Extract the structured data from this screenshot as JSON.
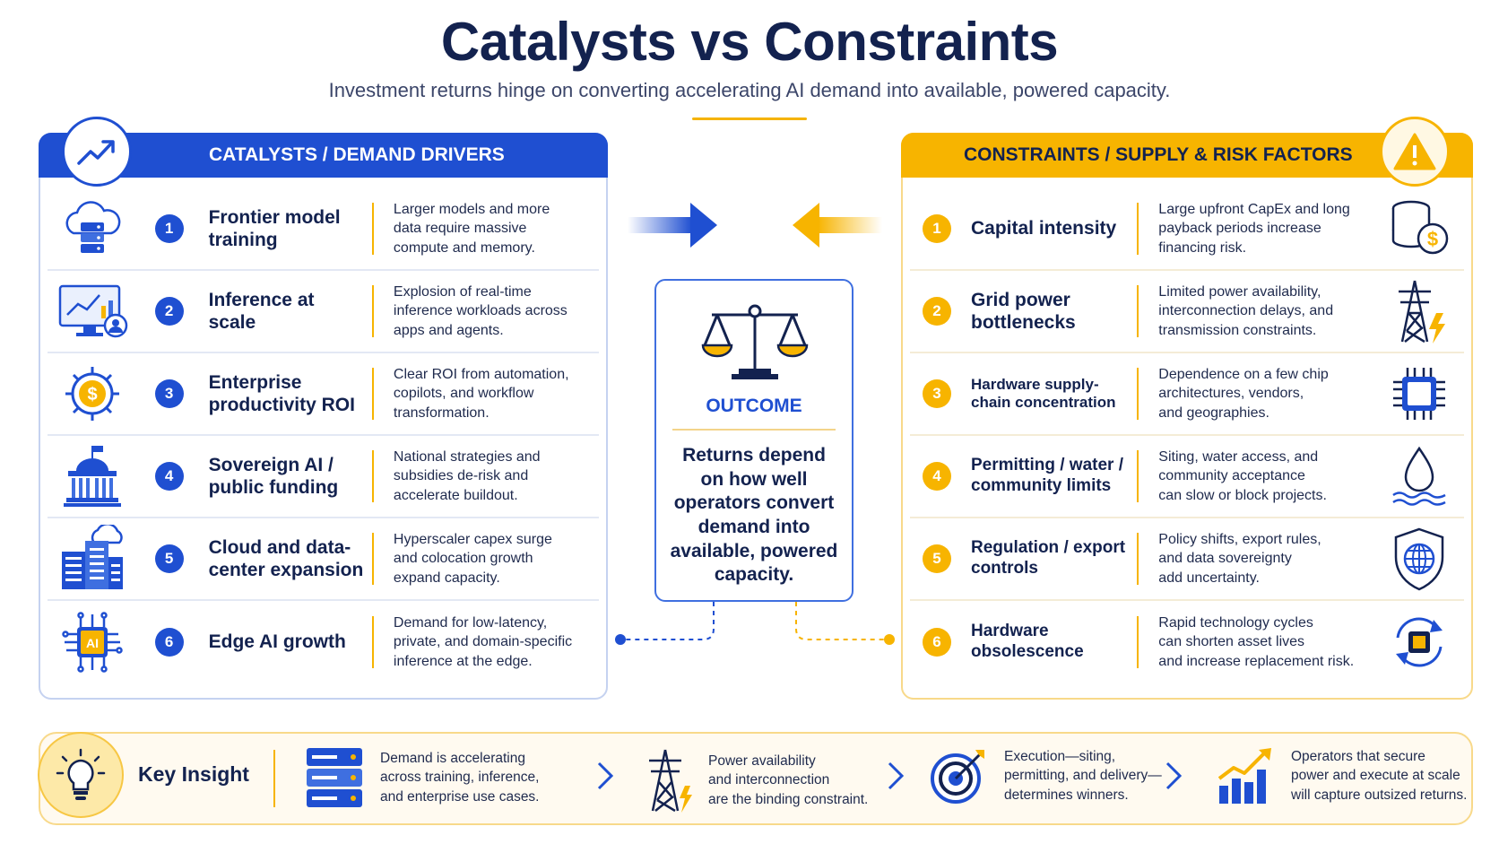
{
  "header": {
    "title": "Catalysts vs Constraints",
    "subtitle": "Investment returns hinge on converting accelerating AI demand into available, powered capacity."
  },
  "catalysts": {
    "heading": "CATALYSTS / DEMAND DRIVERS",
    "items": [
      {
        "num": "1",
        "title": "Frontier model training",
        "desc": [
          "Larger models and more",
          "data require massive",
          "compute and memory."
        ]
      },
      {
        "num": "2",
        "title": "Inference at scale",
        "desc": [
          "Explosion of real-time",
          "inference workloads across",
          "apps and agents."
        ]
      },
      {
        "num": "3",
        "title": "Enterprise productivity ROI",
        "desc": [
          "Clear ROI from automation,",
          "copilots, and workflow",
          "transformation."
        ]
      },
      {
        "num": "4",
        "title": "Sovereign AI / public funding",
        "desc": [
          "National strategies and",
          "subsidies de-risk and",
          "accelerate buildout."
        ]
      },
      {
        "num": "5",
        "title": "Cloud and data-center expansion",
        "desc": [
          "Hyperscaler capex surge",
          "and colocation growth",
          "expand capacity."
        ]
      },
      {
        "num": "6",
        "title": "Edge AI growth",
        "desc": [
          "Demand for low-latency,",
          "private, and domain-specific",
          "inference at the edge."
        ]
      }
    ]
  },
  "constraints": {
    "heading": "CONSTRAINTS / SUPPLY & RISK FACTORS",
    "items": [
      {
        "num": "1",
        "title": "Capital intensity",
        "desc": [
          "Large upfront CapEx and long",
          "payback periods increase",
          "financing risk."
        ]
      },
      {
        "num": "2",
        "title": "Grid power bottlenecks",
        "desc": [
          "Limited power availability,",
          "interconnection delays, and",
          "transmission constraints."
        ]
      },
      {
        "num": "3",
        "title": "Hardware supply-chain concentration",
        "desc": [
          "Dependence on a few chip",
          "architectures, vendors,",
          "and geographies."
        ]
      },
      {
        "num": "4",
        "title": "Permitting / water / community limits",
        "desc": [
          "Siting, water access, and",
          "community acceptance",
          "can slow or block projects."
        ]
      },
      {
        "num": "5",
        "title": "Regulation / export controls",
        "desc": [
          "Policy shifts, export rules,",
          "and data sovereignty",
          "add uncertainty."
        ]
      },
      {
        "num": "6",
        "title": "Hardware obsolescence",
        "desc": [
          "Rapid technology cycles",
          "can shorten asset lives",
          "and increase replacement risk."
        ]
      }
    ]
  },
  "outcome": {
    "label": "OUTCOME",
    "text": [
      "Returns depend",
      "on how well",
      "operators convert",
      "demand into",
      "available, powered",
      "capacity."
    ]
  },
  "insight": {
    "label": "Key Insight",
    "items": [
      [
        "Demand is accelerating",
        "across training, inference,",
        "and enterprise use cases."
      ],
      [
        "Power availability",
        "and interconnection",
        "are the binding constraint."
      ],
      [
        "Execution—siting,",
        "permitting, and delivery—",
        "determines winners."
      ],
      [
        "Operators that secure",
        "power and execute at scale",
        "will capture outsized returns."
      ]
    ]
  },
  "colors": {
    "blue": "#1f4fd1",
    "yellow": "#f7b400",
    "navy": "#13224f"
  }
}
